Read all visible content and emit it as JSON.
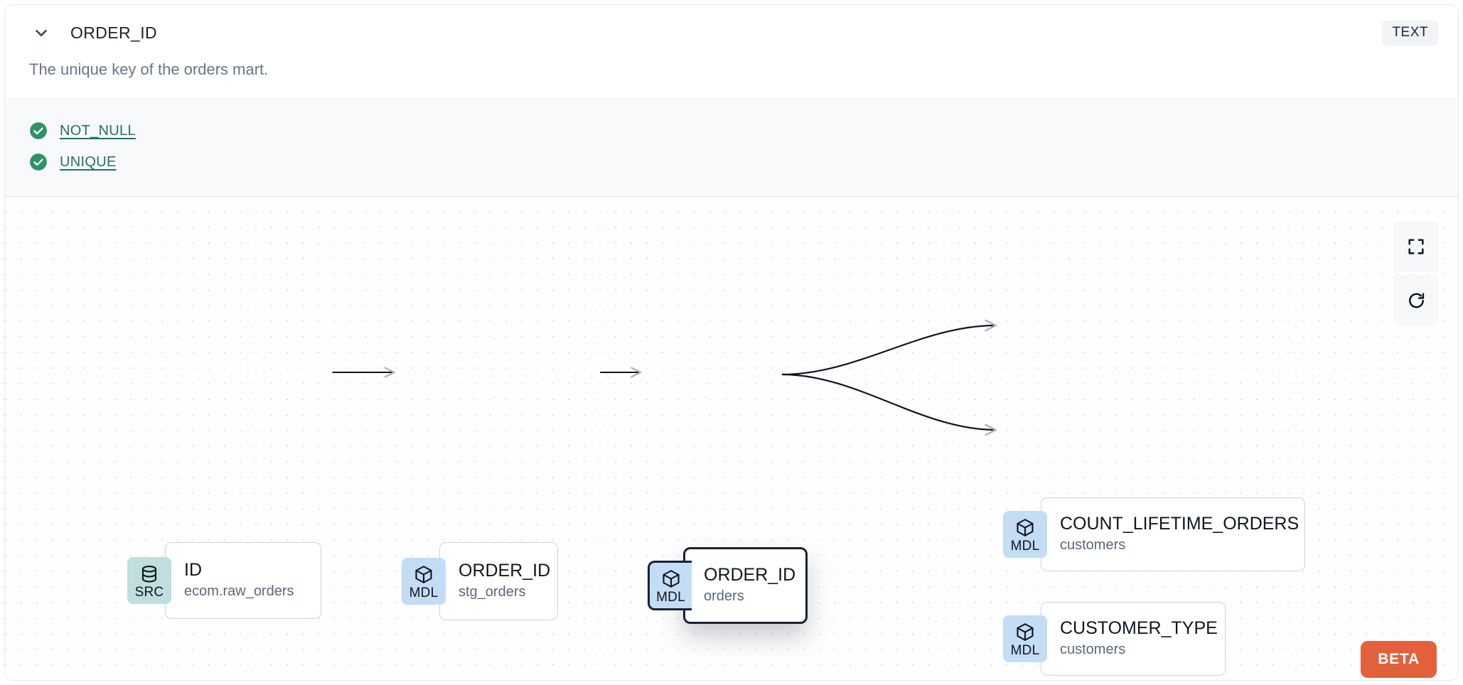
{
  "header": {
    "chevron_icon": "chevron-down-icon",
    "column_name": "ORDER_ID",
    "data_type": "TEXT"
  },
  "description": "The unique key of the orders mart.",
  "tests": {
    "items": [
      {
        "status_icon": "check-circle-icon",
        "label": "NOT_NULL",
        "passed": true
      },
      {
        "status_icon": "check-circle-icon",
        "label": "UNIQUE",
        "passed": true
      }
    ]
  },
  "lineage": {
    "nodes": [
      {
        "id": "node-src",
        "badge": "SRC",
        "badge_icon": "database-icon",
        "name": "ID",
        "source": "ecom.raw_orders",
        "selected": false
      },
      {
        "id": "node-stg",
        "badge": "MDL",
        "badge_icon": "cube-icon",
        "name": "ORDER_ID",
        "source": "stg_orders",
        "selected": false
      },
      {
        "id": "node-orders",
        "badge": "MDL",
        "badge_icon": "cube-icon",
        "name": "ORDER_ID",
        "source": "orders",
        "selected": true
      },
      {
        "id": "node-clo",
        "badge": "MDL",
        "badge_icon": "cube-icon",
        "name": "COUNT_LIFETIME_ORDERS",
        "source": "customers",
        "selected": false
      },
      {
        "id": "node-ct",
        "badge": "MDL",
        "badge_icon": "cube-icon",
        "name": "CUSTOMER_TYPE",
        "source": "customers",
        "selected": false
      }
    ],
    "edges": [
      {
        "from": "node-src",
        "to": "node-stg",
        "style": "straight"
      },
      {
        "from": "node-stg",
        "to": "node-orders",
        "style": "straight"
      },
      {
        "from": "node-orders",
        "to": "node-clo",
        "style": "bezier"
      },
      {
        "from": "node-orders",
        "to": "node-ct",
        "style": "bezier"
      }
    ],
    "controls": [
      {
        "name": "fit-view-button",
        "icon": "fullscreen-icon"
      },
      {
        "name": "reset-button",
        "icon": "refresh-icon"
      }
    ],
    "beta_label": "BETA"
  },
  "colors": {
    "badge_src": "#bfdedd",
    "badge_mdl": "#c3ddf5",
    "test_pass": "#2f9268",
    "test_link": "#23706b",
    "beta": "#e2613c",
    "selected_border": "#1b2233"
  }
}
